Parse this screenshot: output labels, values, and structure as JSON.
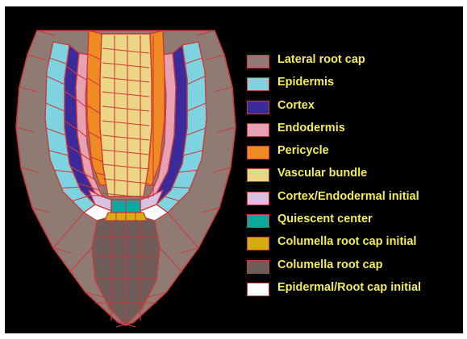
{
  "colors": {
    "background": "#000000",
    "cell_border": "#cc3a3a",
    "legend_text": "#f4ec58"
  },
  "legend": [
    {
      "label": "Lateral root cap",
      "color": "#8f7b73"
    },
    {
      "label": "Epidermis",
      "color": "#7ed3e0"
    },
    {
      "label": "Cortex",
      "color": "#3a2a9c"
    },
    {
      "label": "Endodermis",
      "color": "#e6a2b2"
    },
    {
      "label": "Pericycle",
      "color": "#f08a22"
    },
    {
      "label": "Vascular bundle",
      "color": "#ecd584"
    },
    {
      "label": "Cortex/Endodermal initial",
      "color": "#d8c2e2"
    },
    {
      "label": "Quiescent center",
      "color": "#0fa8a0"
    },
    {
      "label": "Columella root cap initial",
      "color": "#d6ac10"
    },
    {
      "label": "Columella root cap",
      "color": "#6e5d5a"
    },
    {
      "label": "Epidermal/Root cap initial",
      "color": "#ffffff"
    }
  ]
}
